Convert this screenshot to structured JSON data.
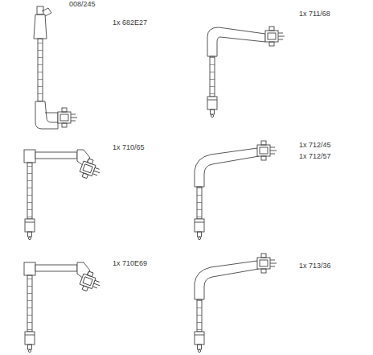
{
  "diagram": {
    "labels": [
      "008/245",
      "1x 682E27",
      "1x 711/68",
      "1x 710/65",
      "1x 712/45",
      "1x 712/57",
      "1x 710E69",
      "1x 713/36"
    ]
  }
}
